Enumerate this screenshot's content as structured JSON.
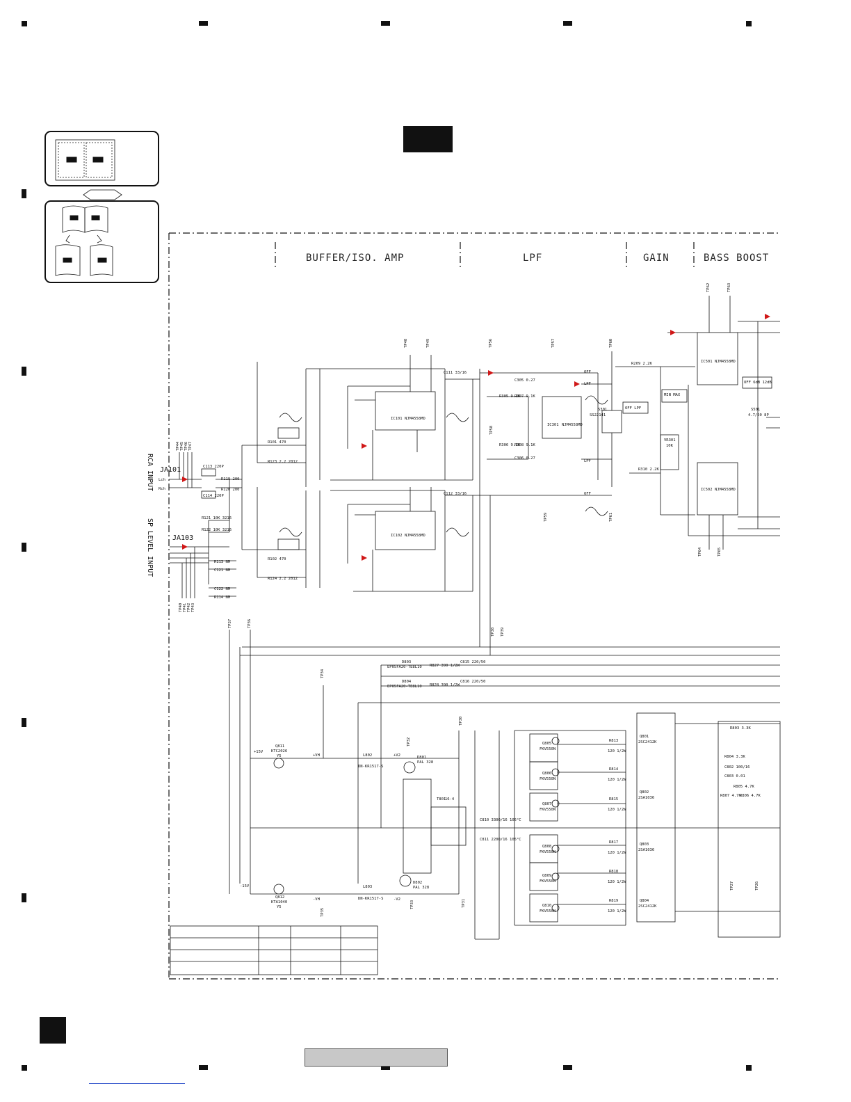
{
  "sections": [
    "BUFFER/ISO. AMP",
    "LPF",
    "GAIN",
    "BASS BOOST"
  ],
  "connectors": {
    "ja101": "JA101",
    "ja103": "JA103",
    "lch": "Lch",
    "rch": "Rch",
    "rca_input": "RCA INPUT",
    "sp_level_input": "SP LEVEL INPUT"
  },
  "ics": {
    "ic101": {
      "ref": "IC101",
      "part": "NJM4558MD"
    },
    "ic102": {
      "ref": "IC102",
      "part": "NJM4558MD"
    },
    "ic301": {
      "ref": "IC301",
      "part": "NJM4558MD"
    },
    "ic501": {
      "ref": "IC501",
      "part": "NJM4558MD"
    },
    "ic502": {
      "ref": "IC502",
      "part": "NJM4558MD"
    }
  },
  "switches": {
    "s301": {
      "ref": "S301",
      "part": "SS22141",
      "label": "OFF LPF"
    },
    "s501": {
      "ref": "S501",
      "label": "4.7/50 8P"
    },
    "vr301": {
      "ref": "VR301",
      "value": "10K"
    },
    "bass_sw": {
      "label": "OFF 6dB 12dB"
    },
    "gain_sw": {
      "label": "MIN MAX"
    }
  },
  "components": {
    "r101": "R101 470",
    "r102": "R102 470",
    "r123": "R123 2.2 2012",
    "r124": "R124 2.2 2012",
    "c113": "C113 220P",
    "c114": "C114 220P",
    "r119": "R119 200",
    "r120": "R120 200",
    "r121": "R121 10K 3216",
    "r122": "R122 10K 3216",
    "r113": "R113 NM",
    "r114": "R114 NM",
    "c121": "C121 NM",
    "c122": "C122 NM",
    "r305": "R305 9.1K",
    "r306": "R306 9.1K",
    "r307": "R307 9.1K",
    "r308": "R308 9.1K",
    "c305": "C305 0.27",
    "c306": "C306 0.27",
    "r209": "R209 2.2K",
    "r310": "R310 2.2K",
    "c111": "C111 33/16",
    "c112": "C112 33/16"
  },
  "net_labels": {
    "off": "OFF",
    "lpf": "LPF"
  },
  "power": {
    "q811": {
      "ref": "Q811",
      "part": "KTC2026",
      "rank": "Y5"
    },
    "q812": {
      "ref": "Q812",
      "part": "KTA1040",
      "rank": "Y5"
    },
    "d803": {
      "ref": "D803",
      "part": "EP05FA20-TE8L10"
    },
    "d804": {
      "ref": "D804",
      "part": "EP05FA20-TE8L10"
    },
    "r827": "R827 390 1/2W",
    "r828": "R828 390 1/2W",
    "c815": "C815 220/50",
    "c816": "C816 220/50",
    "l802": {
      "ref": "L802",
      "part": "DN-KR1517-S"
    },
    "l803": {
      "ref": "L803",
      "part": "DN-KR1517-S"
    },
    "d801": {
      "ref": "D801",
      "part": "PAL 328"
    },
    "d802": {
      "ref": "D802",
      "part": "PAL 328"
    },
    "t801": {
      "ref": "T801",
      "label": "16-4"
    },
    "c810": "C810 3300/16 105°C",
    "c811": "C811 2200/16 105°C",
    "rails": [
      "+15V",
      "-15V",
      "+VH",
      "-VH",
      "+V2",
      "-V2"
    ],
    "mosfets": [
      {
        "ref": "Q805",
        "part": "FKV550N"
      },
      {
        "ref": "Q806",
        "part": "FKV550N"
      },
      {
        "ref": "Q807",
        "part": "FKV550N"
      },
      {
        "ref": "Q808",
        "part": "FKV550N"
      },
      {
        "ref": "Q809",
        "part": "FKV550N"
      },
      {
        "ref": "Q810",
        "part": "FKV550N"
      }
    ],
    "gate_resistors": [
      {
        "ref": "R813",
        "value": "120 1/2W"
      },
      {
        "ref": "R814",
        "value": "120 1/2W"
      },
      {
        "ref": "R815",
        "value": "120 1/2W"
      },
      {
        "ref": "R817",
        "value": "120 1/2W"
      },
      {
        "ref": "R818",
        "value": "120 1/2W"
      },
      {
        "ref": "R819",
        "value": "120 1/2W"
      }
    ],
    "drivers": [
      {
        "ref": "Q801",
        "part": "2SC2412K"
      },
      {
        "ref": "Q802",
        "part": "2SA1036"
      },
      {
        "ref": "Q803",
        "part": "2SA1036"
      },
      {
        "ref": "Q804",
        "part": "2SC2412K"
      }
    ],
    "r803": "R803 3.3K",
    "r804": "R804 3.3K",
    "c802": "C802 100/16",
    "c803": "C803 0.01",
    "r805": "R805 4.7K",
    "r806": "R806 4.7K",
    "r807": "R807 4.7K"
  },
  "test_points": {
    "top_row": [
      "TP48",
      "TP49",
      "TP56",
      "TP57",
      "TP60",
      "TP62",
      "TP63"
    ],
    "lower": [
      "TP37",
      "TP36",
      "TP38",
      "TP39",
      "TP34",
      "TP30",
      "TP32",
      "TP33",
      "TP31",
      "TP35",
      "TP27",
      "TP26",
      "TP64",
      "TP65",
      "TP58",
      "TP59",
      "TP61"
    ],
    "ja101_pins": [
      "TP44",
      "TP45",
      "TP46",
      "TP47"
    ],
    "ja103_pins": [
      "TP40",
      "TP41",
      "TP42",
      "TP43"
    ]
  }
}
